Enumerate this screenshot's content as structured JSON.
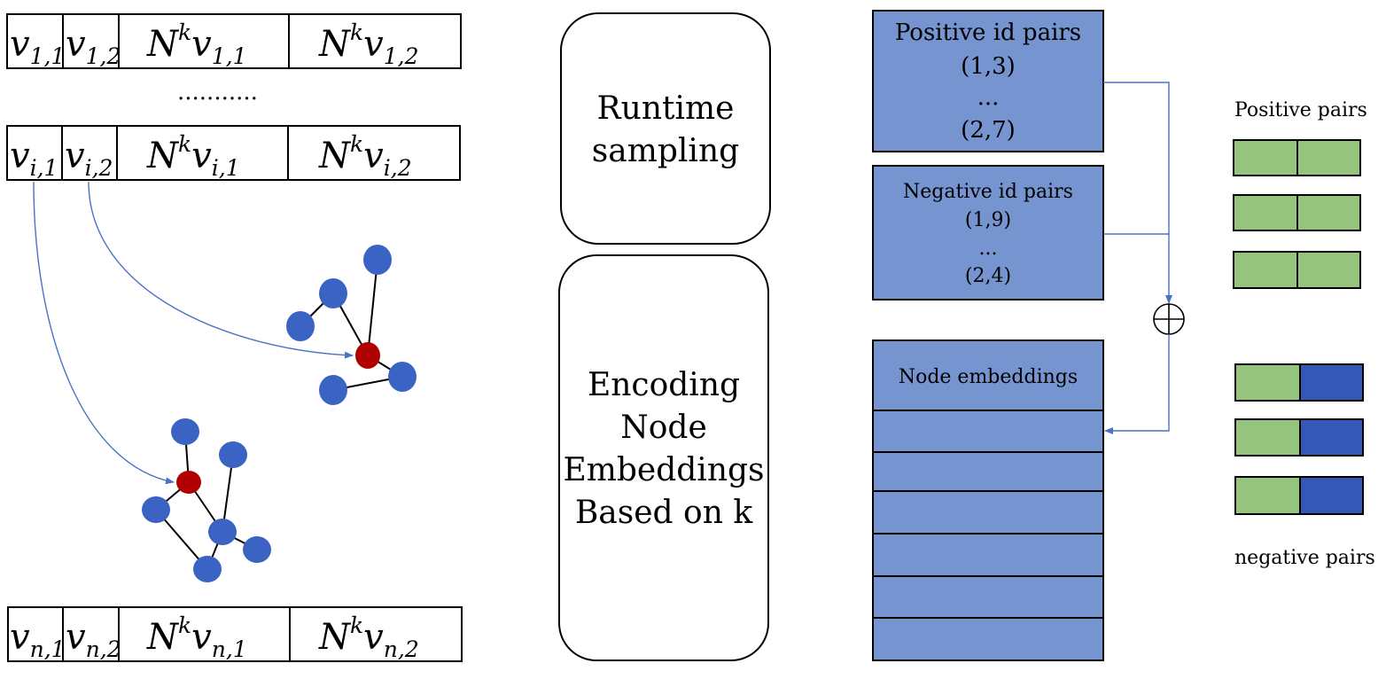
{
  "rows": {
    "top": {
      "c1": {
        "base": "v",
        "sub": "1,1"
      },
      "c2": {
        "base": "v",
        "sub": "1,2"
      },
      "c3": {
        "pre": "N",
        "sup": "k",
        "base": "v",
        "sub": "1,1"
      },
      "c4": {
        "pre": "N",
        "sup": "k",
        "base": "v",
        "sub": "1,2"
      }
    },
    "ellipsis": "...........",
    "mid": {
      "c1": {
        "base": "v",
        "sub": "i,1"
      },
      "c2": {
        "base": "v",
        "sub": "i,2"
      },
      "c3": {
        "pre": "N",
        "sup": "k",
        "base": "v",
        "sub": "i,1"
      },
      "c4": {
        "pre": "N",
        "sup": "k",
        "base": "v",
        "sub": "i,2"
      }
    },
    "bottom": {
      "c1": {
        "base": "v",
        "sub": "n,1"
      },
      "c2": {
        "base": "v",
        "sub": "n,2"
      },
      "c3": {
        "pre": "N",
        "sup": "k",
        "base": "v",
        "sub": "n,1"
      },
      "c4": {
        "pre": "N",
        "sup": "k",
        "base": "v",
        "sub": "n,2"
      }
    }
  },
  "runtime_box": {
    "line1": "Runtime",
    "line2": "sampling"
  },
  "encoding_box": {
    "line1": "Encoding",
    "line2": "Node",
    "line3": "Embeddings",
    "line4": "Based on k"
  },
  "positive_ids": {
    "title": "Positive id pairs",
    "first": "(1,3)",
    "dots": "...",
    "last": "(2,7)"
  },
  "negative_ids": {
    "title": "Negative id pairs",
    "first": "(1,9)",
    "dots": "...",
    "last": "(2,4)"
  },
  "embeddings": {
    "title": "Node embeddings"
  },
  "combine_symbol": "⊕",
  "legend": {
    "positive_label": "Positive pairs",
    "negative_label": "negative pairs"
  },
  "colors": {
    "box_fill": "#7694d0",
    "green": "#94c47d",
    "dark_blue": "#3457b8",
    "node_blue": "#3a63c4",
    "node_red": "#b00000",
    "arrow": "#4a72c4"
  }
}
